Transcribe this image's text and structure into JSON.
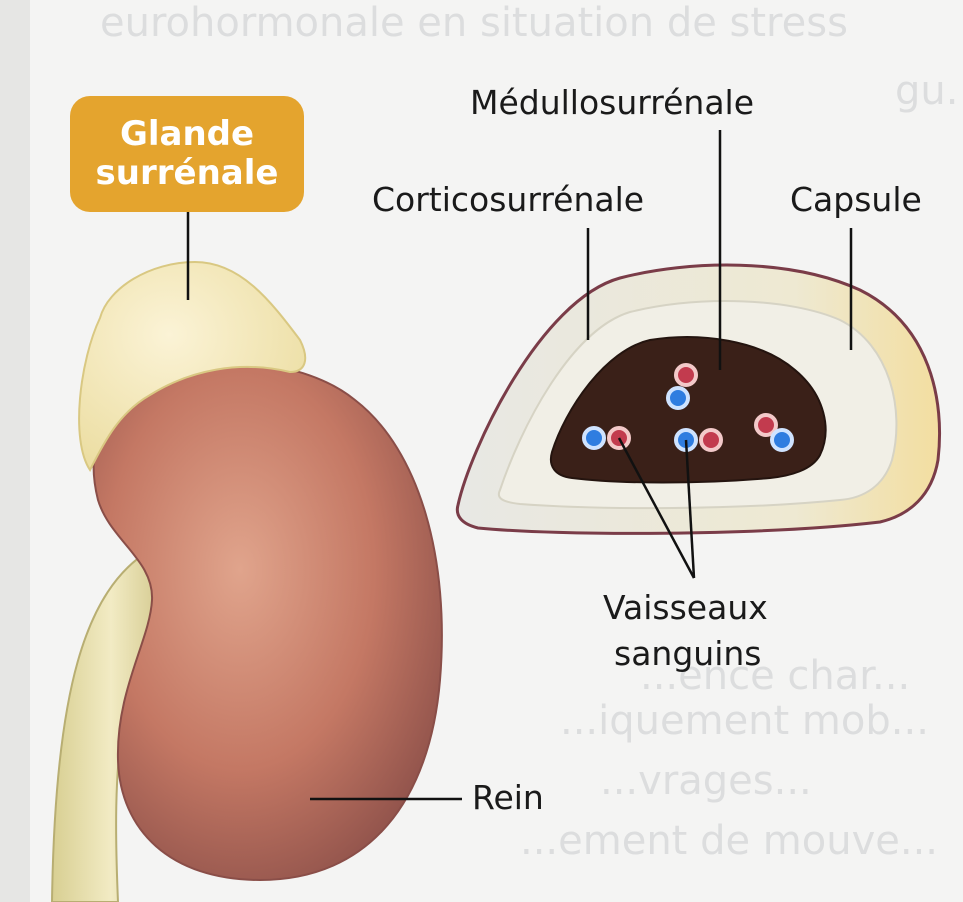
{
  "background_text": {
    "line1": "eurohormonale en situation de stress",
    "line2": "gu.",
    "para_line1": "...ence char...",
    "para_line2": "...iquement mob...",
    "para_line3": "...vrages...",
    "para_line4": "...ement de mouve..."
  },
  "labels": {
    "glande_line1": "Glande",
    "glande_line2": "surrénale",
    "medullo": "Médullosurrénale",
    "cortico": "Corticosurrénale",
    "capsule": "Capsule",
    "vaisseaux_line1": "Vaisseaux",
    "vaisseaux_line2": "sanguins",
    "rein": "Rein"
  },
  "colors": {
    "badge": "#e4a42e",
    "kidney": "#c77a66",
    "adrenal": "#f4e6b2",
    "capsule_outline": "#7a3c48",
    "medulla": "#3a2018",
    "cortex": "#e6e6e2",
    "vessel_blue": "#2f7de0",
    "vessel_red": "#c23b4e"
  }
}
